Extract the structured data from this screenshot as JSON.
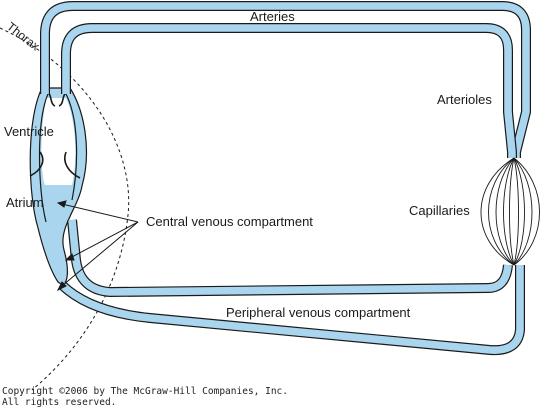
{
  "labels": {
    "thorax": "Thorax",
    "arteries": "Arteries",
    "arterioles": "Arterioles",
    "ventricle": "Ventricle",
    "atrium": "Atrium",
    "capillaries": "Capillaries",
    "central_venous": "Central venous compartment",
    "peripheral_venous": "Peripheral venous compartment"
  },
  "copyright": {
    "line1": "Copyright ©2006 by The McGraw-Hill Companies, Inc.",
    "line2": "All rights reserved."
  },
  "colors": {
    "blood": "#a9d6ee",
    "outline": "#1a1a1a",
    "background": "#ffffff"
  }
}
